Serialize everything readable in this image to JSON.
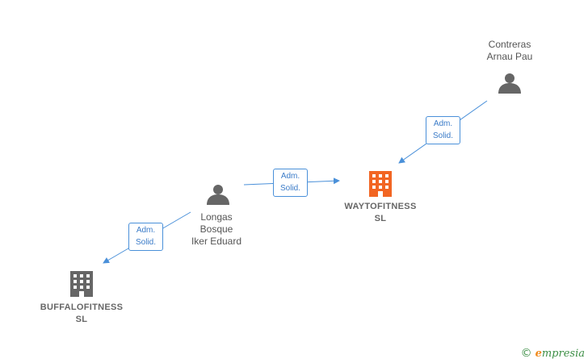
{
  "diagram": {
    "people": {
      "contreras": {
        "label": "Contreras\nArnau  Pau",
        "icon": "person-icon"
      },
      "longas": {
        "label": "Longas\nBosque\nIker Eduard",
        "icon": "person-icon"
      }
    },
    "companies": {
      "waytofitness": {
        "label": "WAYTOFITNESS\nSL",
        "color": "#f26522",
        "icon": "building-icon"
      },
      "buffalofitness": {
        "label": "BUFFALOFITNESS\nSL",
        "color": "#666666",
        "icon": "building-icon"
      }
    },
    "edges": [
      {
        "from": "contreras",
        "to": "waytofitness",
        "label": "Adm.\nSolid."
      },
      {
        "from": "longas",
        "to": "waytofitness",
        "label": "Adm.\nSolid."
      },
      {
        "from": "longas",
        "to": "buffalofitness",
        "label": "Adm.\nSolid."
      }
    ],
    "edge_color": "#4a90d9",
    "person_color": "#666666"
  },
  "footer": {
    "copyright_symbol": "©",
    "brand_first": "e",
    "brand_rest": "mpresia"
  }
}
